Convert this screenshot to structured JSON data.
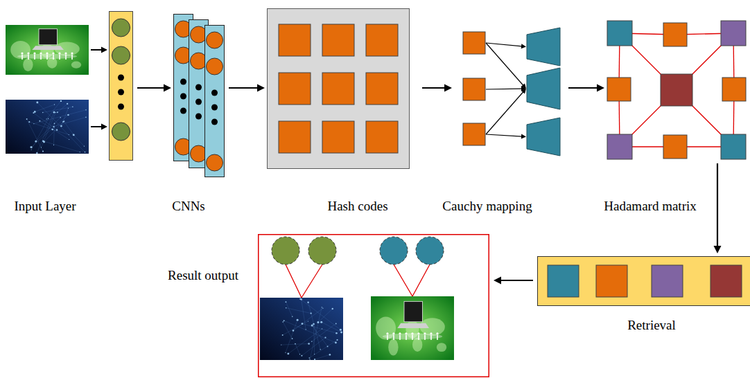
{
  "diagram": {
    "nodes": [
      {
        "text": [
          "Input Layer"
        ]
      },
      {
        "text": [
          "CNNs"
        ]
      },
      {
        "text": [
          "Hash codes"
        ]
      },
      {
        "text": [
          "Cauchy mapping"
        ]
      },
      {
        "text": [
          "Hadamard matrix"
        ]
      },
      {
        "text": [
          "Retrieval"
        ]
      },
      {
        "text": [
          "Result output"
        ]
      }
    ],
    "edges": [
      {
        "from": 0,
        "to": 1,
        "arrow": "to"
      },
      {
        "from": 1,
        "to": 2,
        "arrow": "to"
      },
      {
        "from": 2,
        "to": 3,
        "arrow": "to"
      },
      {
        "from": 3,
        "to": 4,
        "arrow": "to"
      },
      {
        "from": 4,
        "to": 5,
        "arrow": "to"
      },
      {
        "from": 5,
        "to": 6,
        "arrow": "to"
      }
    ]
  }
}
